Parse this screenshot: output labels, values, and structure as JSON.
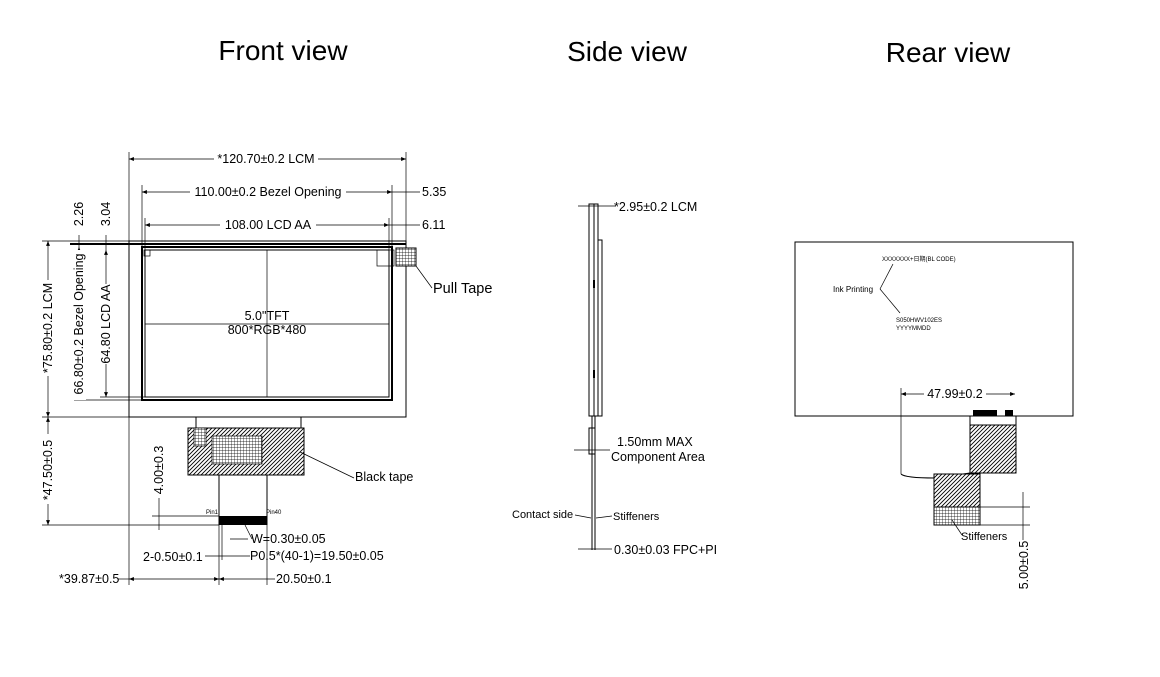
{
  "titles": {
    "front": "Front view",
    "side": "Side  view",
    "rear": "Rear view"
  },
  "front": {
    "lcm_width": "*120.70±0.2 LCM",
    "bezel_width": "110.00±0.2 Bezel Opening",
    "bezel_offset": "5.35",
    "aa_width": "108.00 LCD AA",
    "aa_offset": "6.11",
    "top_offset_1": "2.26",
    "top_offset_2": "3.04",
    "lcm_height": "*75.80±0.2 LCM",
    "bezel_height": "66.80±0.2 Bezel Opening",
    "aa_height": "64.80 LCD AA",
    "display_type": "5.0\"TFT",
    "resolution": "800*RGB*480",
    "pull_tape": "Pull Tape",
    "black_tape": "Black tape",
    "fpc_length": "*47.50±0.5",
    "stiff_length": "4.00±0.3",
    "pin_start": "Pin1",
    "pin_end": "Pin40",
    "pin_width": "W=0.30±0.05",
    "pitch_offset": "2-0.50±0.1",
    "pitch": "P0.5*(40-1)=19.50±0.05",
    "fpc_offset": "*39.87±0.5",
    "fpc_width": "20.50±0.1"
  },
  "side": {
    "lcm_thickness": "*2.95±0.2 LCM",
    "component_area_1": "1.50mm MAX",
    "component_area_2": "Component Area",
    "contact_side": "Contact side",
    "stiffeners": "Stiffeners",
    "fpc_thickness": "0.30±0.03 FPC+PI"
  },
  "rear": {
    "bl_code": "XXXXXXX+日期(BL CODE)",
    "ink_printing": "Ink Printing",
    "part_number": "S050HWV102ES",
    "date_code": "YYYYMMDD",
    "fpc_dim": "47.99±0.2",
    "stiffeners": "Stiffeners",
    "stiff_dim": "5.00±0.5"
  }
}
